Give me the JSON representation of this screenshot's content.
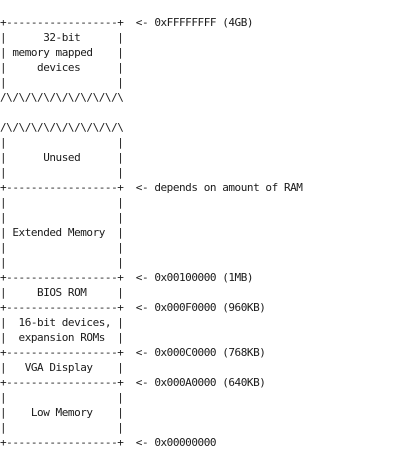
{
  "diagram": {
    "lines": [
      "",
      "+------------------+  <- 0xFFFFFFFF (4GB)",
      "|      32-bit      |",
      "| memory mapped    |",
      "|     devices      |",
      "|                  |",
      "/\\/\\/\\/\\/\\/\\/\\/\\/\\/\\",
      "",
      "/\\/\\/\\/\\/\\/\\/\\/\\/\\/\\",
      "|                  |",
      "|      Unused      |",
      "|                  |",
      "+------------------+  <- depends on amount of RAM",
      "|                  |",
      "|                  |",
      "| Extended Memory  |",
      "|                  |",
      "|                  |",
      "+------------------+  <- 0x00100000 (1MB)",
      "|     BIOS ROM     |",
      "+------------------+  <- 0x000F0000 (960KB)",
      "|  16-bit devices, |",
      "|  expansion ROMs  |",
      "+------------------+  <- 0x000C0000 (768KB)",
      "|   VGA Display    |",
      "+------------------+  <- 0x000A0000 (640KB)",
      "|                  |",
      "|    Low Memory    |",
      "|                  |",
      "+------------------+  <- 0x00000000"
    ]
  }
}
